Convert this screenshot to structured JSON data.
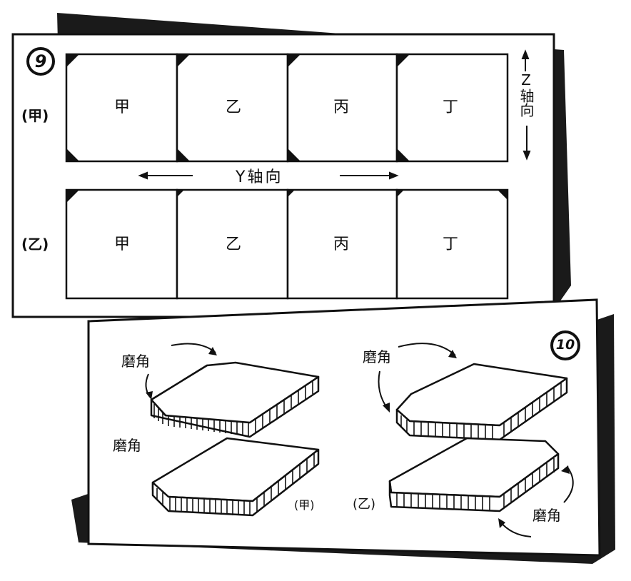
{
  "fig9": {
    "number": "9",
    "row_labels": [
      "(甲)",
      "(乙)"
    ],
    "cells": [
      "甲",
      "乙",
      "丙",
      "丁"
    ],
    "y_axis_label": "Y轴向",
    "z_axis_label": "Z轴向"
  },
  "fig10": {
    "number": "10",
    "corner_label": "磨角",
    "caption_left": "(甲)",
    "caption_right": "(乙)"
  },
  "colors": {
    "ink": "#111111",
    "paper": "#ffffff",
    "shadow": "#1a1a1a"
  }
}
